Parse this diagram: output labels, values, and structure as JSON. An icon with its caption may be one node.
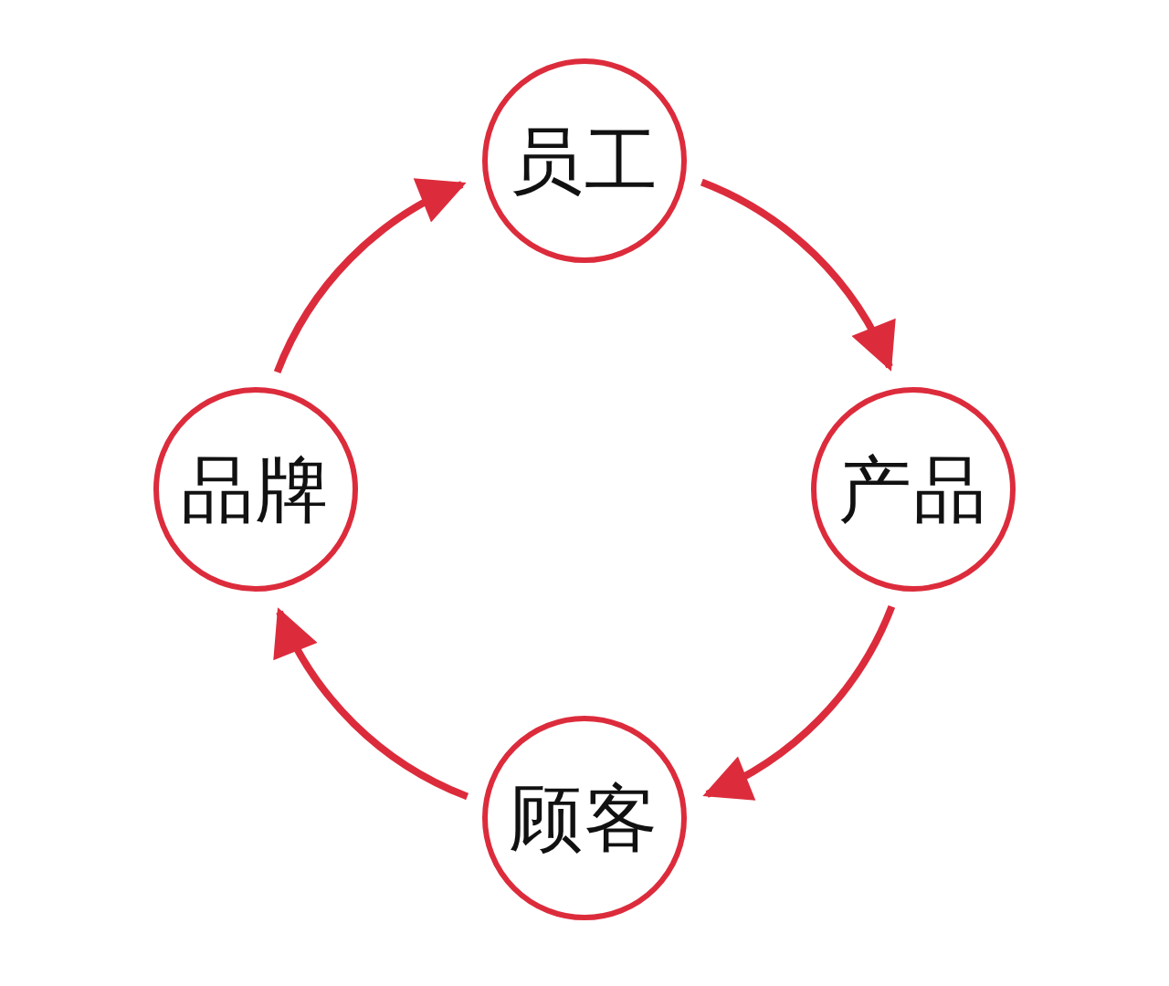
{
  "diagram": {
    "nodes": [
      {
        "text": [
          "员工"
        ]
      },
      {
        "text": [
          "产品"
        ]
      },
      {
        "text": [
          "顾客"
        ]
      },
      {
        "text": [
          "品牌"
        ]
      }
    ],
    "edges": [
      {
        "from": 0,
        "to": 1,
        "arrow": "to"
      },
      {
        "from": 1,
        "to": 2,
        "arrow": "to"
      },
      {
        "from": 2,
        "to": 3,
        "arrow": "to"
      },
      {
        "from": 3,
        "to": 0,
        "arrow": "to"
      }
    ]
  }
}
